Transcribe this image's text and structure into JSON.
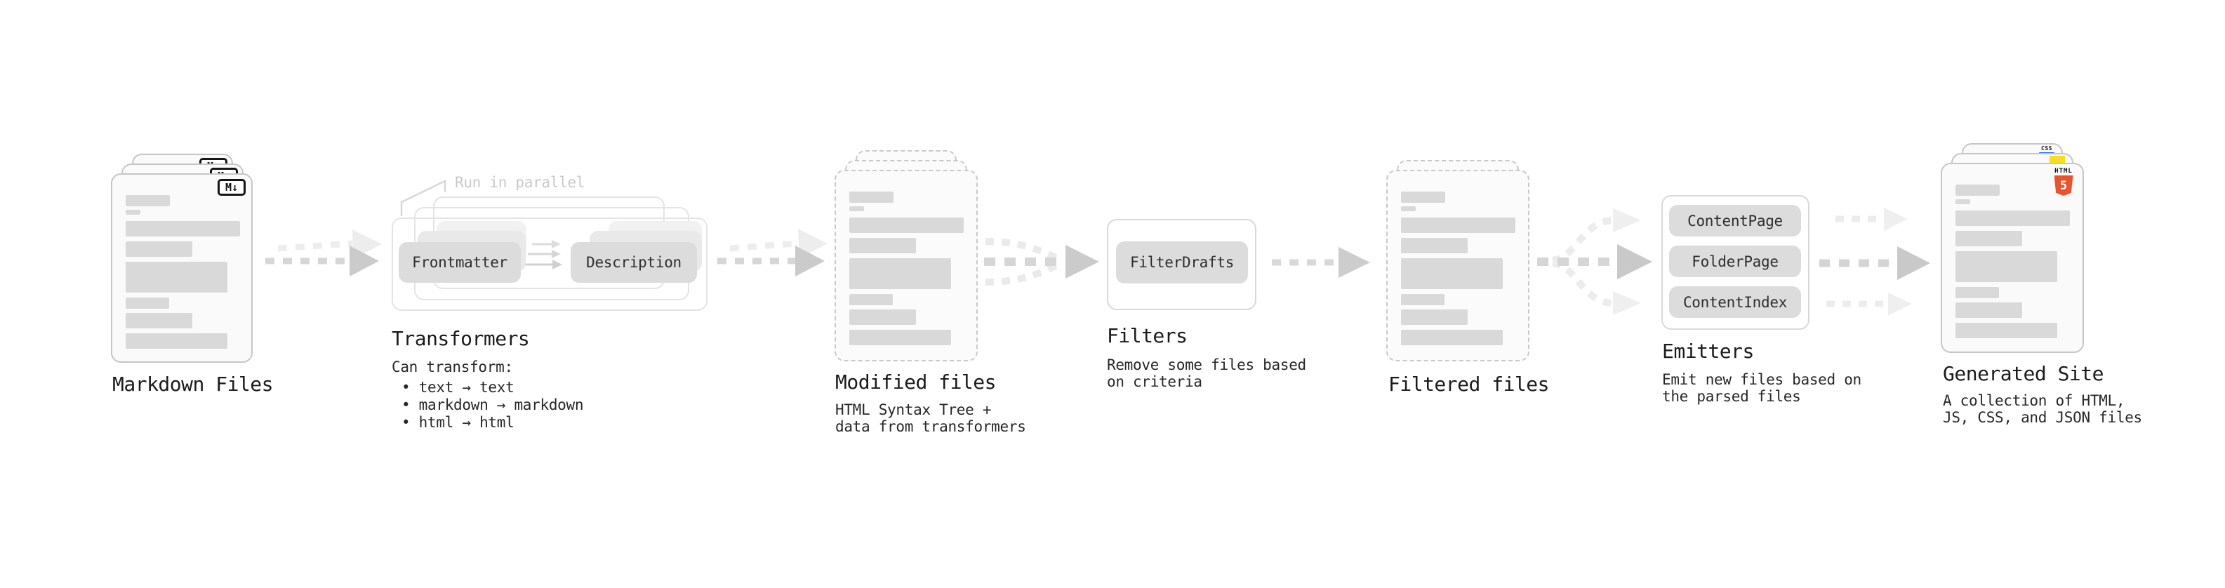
{
  "stages": {
    "markdown_files": {
      "title": "Markdown Files",
      "badge_label": "M↓",
      "file_count": 3
    },
    "transformers": {
      "title": "Transformers",
      "note": "Run in parallel",
      "pills": [
        "Frontmatter",
        "Description"
      ],
      "subtitle_intro": "Can transform:",
      "bullets": [
        "• text → text",
        "• markdown → markdown",
        "• html → html"
      ]
    },
    "modified_files": {
      "title": "Modified files",
      "subtitle_lines": [
        "HTML Syntax Tree +",
        "data from transformers"
      ],
      "file_count": 3
    },
    "filters": {
      "title": "Filters",
      "pills": [
        "FilterDrafts"
      ],
      "subtitle_lines": [
        "Remove some files based",
        "on criteria"
      ]
    },
    "filtered_files": {
      "title": "Filtered files",
      "file_count": 2
    },
    "emitters": {
      "title": "Emitters",
      "pills": [
        "ContentPage",
        "FolderPage",
        "ContentIndex"
      ],
      "subtitle_lines": [
        "Emit new files based on",
        "the parsed files"
      ]
    },
    "generated_site": {
      "title": "Generated Site",
      "subtitle_lines": [
        "A collection of HTML,",
        "JS, CSS, and JSON files"
      ],
      "badges": {
        "css_label": "CSS",
        "html_shield_word": "HTML",
        "html_shield_number": "5"
      }
    }
  },
  "colors": {
    "background": "#ffffff",
    "card_fill": "#fafafa",
    "card_border": "#c6c6c6",
    "placeholder_bar": "#d9d9d9",
    "pill_fill": "#dcdcdc",
    "pill_text": "#2e2e2e",
    "arrow_dash": "#d6d6d6",
    "arrow_head": "#cbcbcb",
    "arrow_light": "#ededed",
    "title_text": "#1b1b1b",
    "note_text": "#c9c9c9",
    "html5_orange": "#e8542f",
    "js_yellow": "#f7dd1e",
    "css_blue": "#2b6bf3",
    "markdown_badge": "#151515"
  }
}
